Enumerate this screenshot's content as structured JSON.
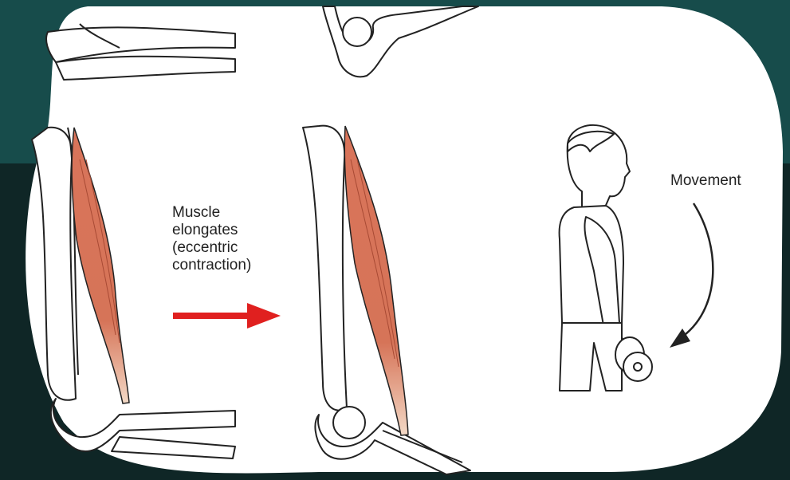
{
  "figure": {
    "muscle_label_lines": [
      "Muscle",
      "elongates",
      "(eccentric",
      "contraction)"
    ],
    "movement_label": "Movement"
  },
  "colors": {
    "background_dark": "#0f2626",
    "background_teal": "#174c4b",
    "panel": "#ffffff",
    "muscle": "#d9745a",
    "tendon": "#f3d9c6",
    "arrow": "#e0201f",
    "outline": "#222222"
  }
}
